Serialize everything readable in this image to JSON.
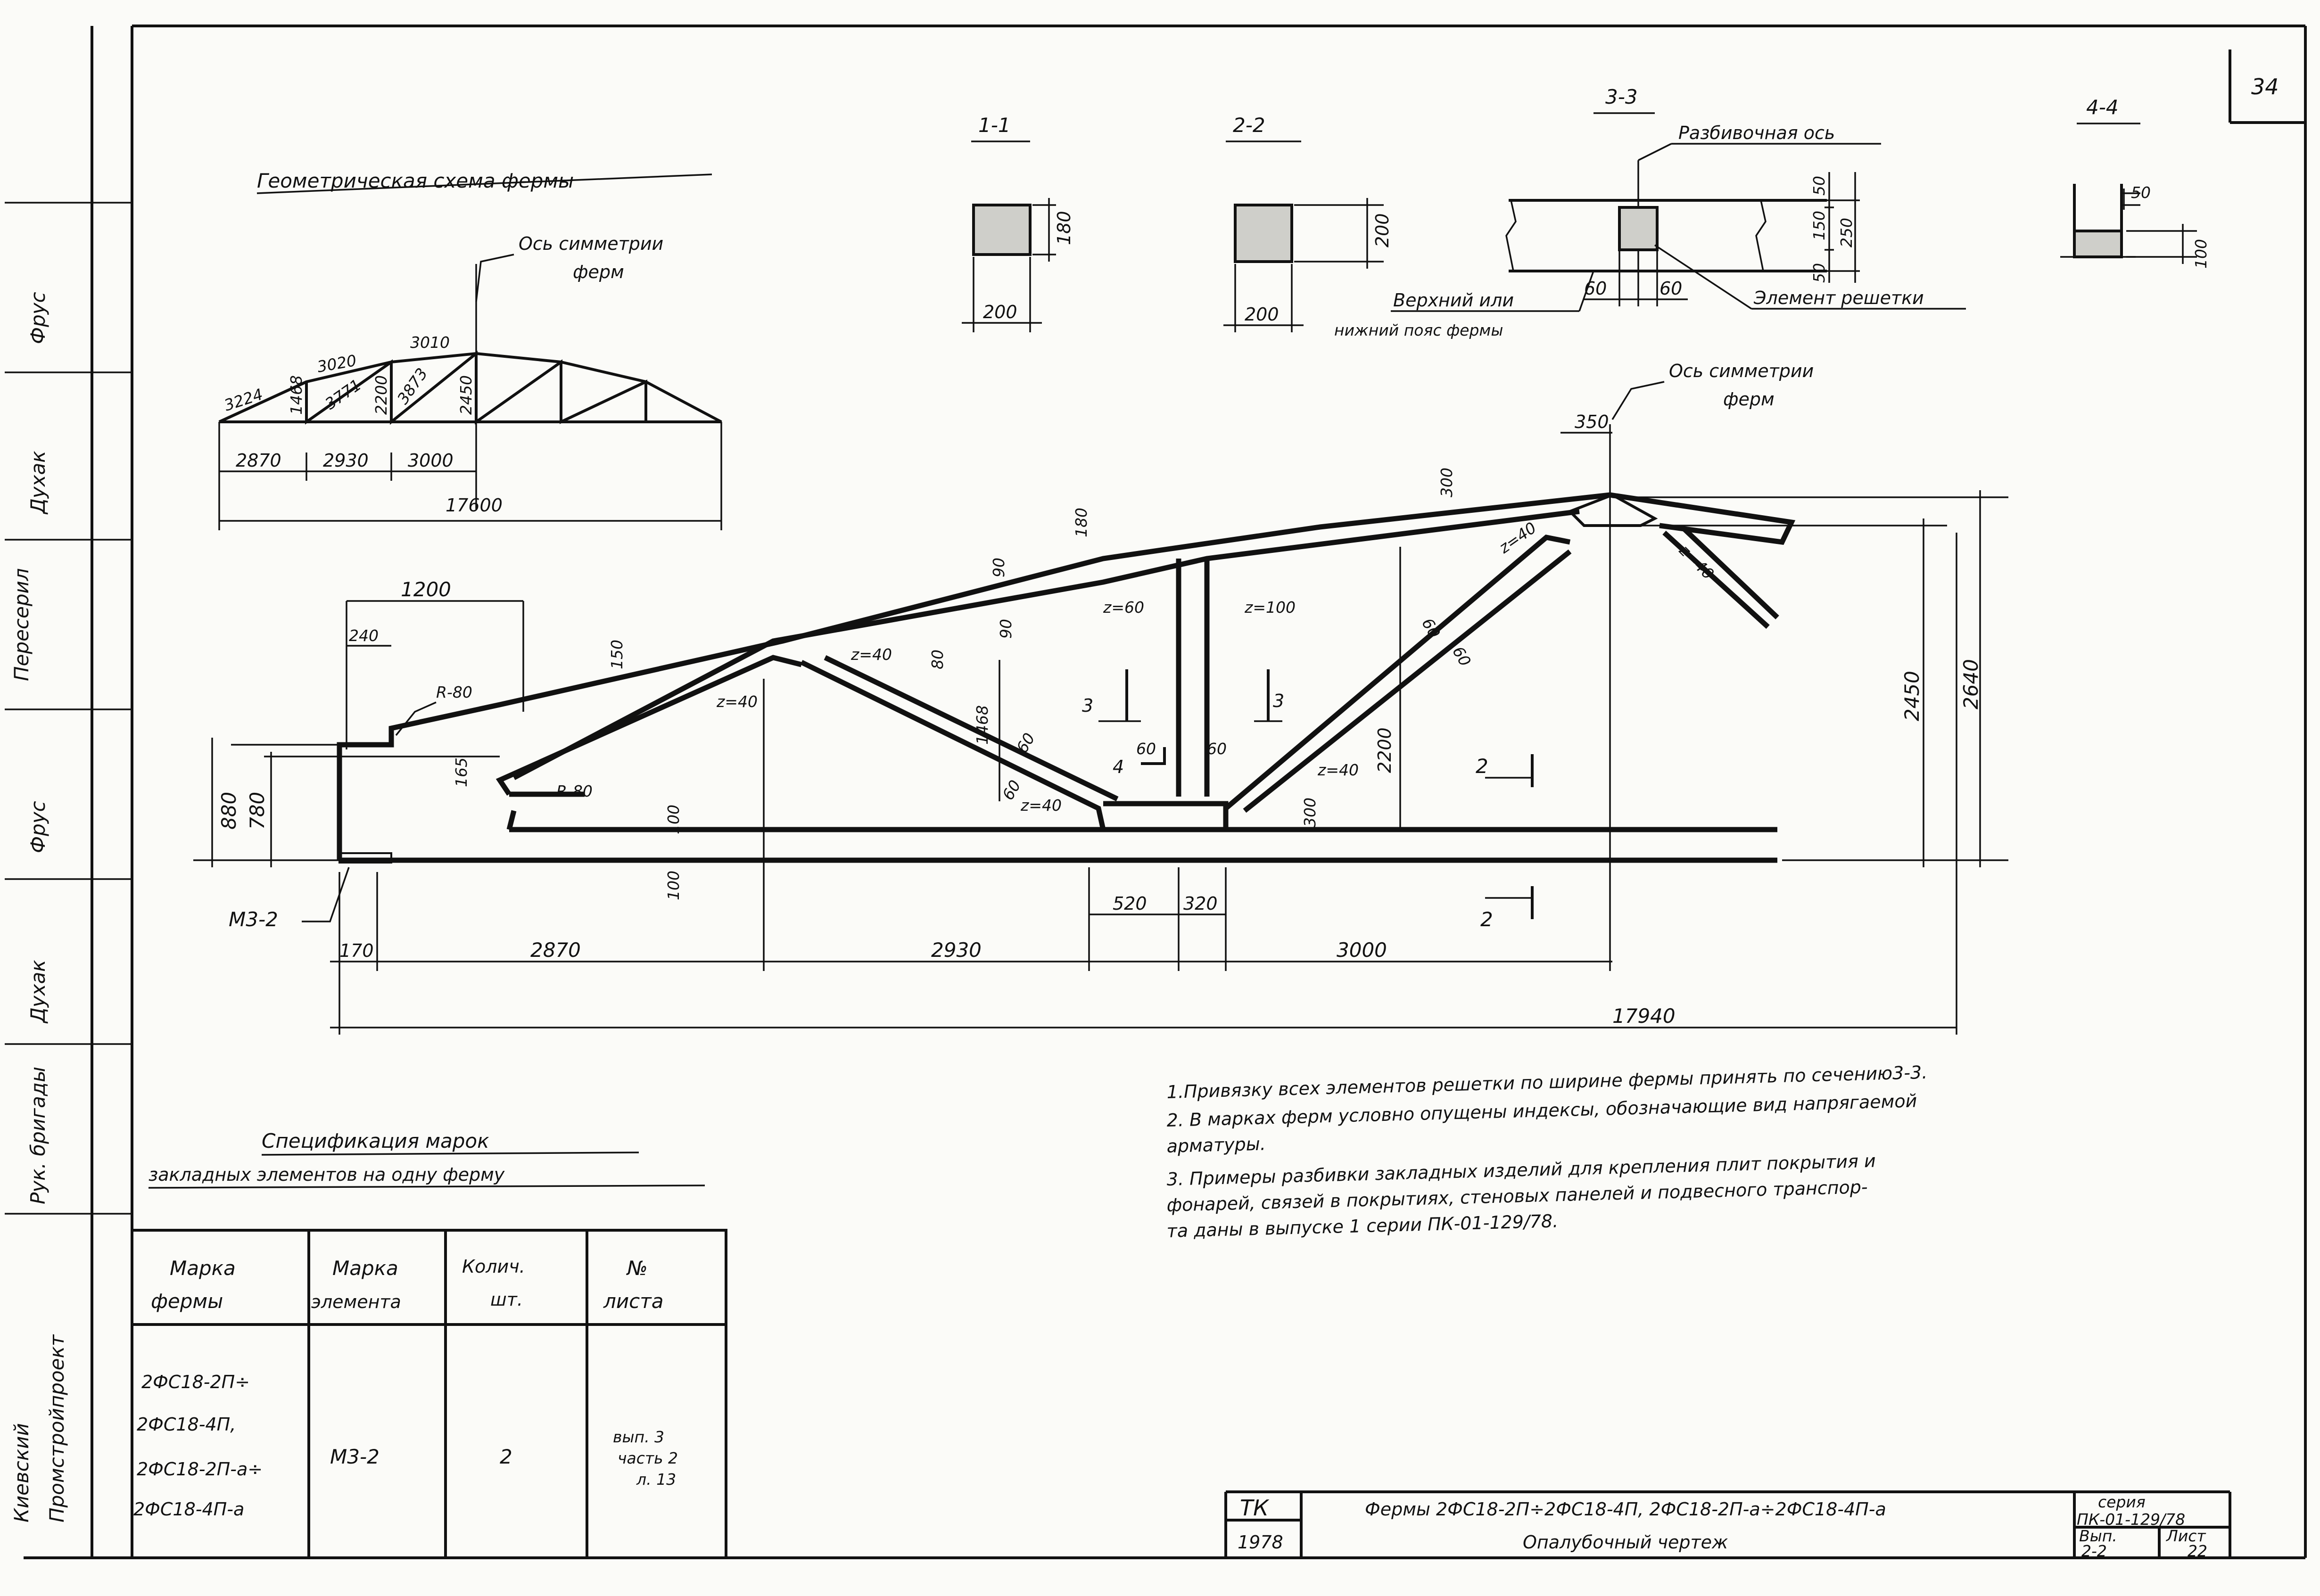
{
  "sheet_number": "34",
  "margin": {
    "labels": [
      "Фрус",
      "Духак",
      "Пересерил",
      "Фрус",
      "Духак",
      "Рук. бригады"
    ],
    "org": [
      "Киевский",
      "Промстройпроект"
    ]
  },
  "geometry_scheme": {
    "title": "Геометрическая схема фермы",
    "axis_label_1": "Ось симметрии",
    "axis_label_2": "ферм",
    "chords": [
      "3224",
      "3020",
      "3010"
    ],
    "diagonals": [
      "3771",
      "3873"
    ],
    "heights": [
      "1468",
      "2200",
      "2450"
    ],
    "spans": [
      "2870",
      "2930",
      "3000"
    ],
    "total": "17600"
  },
  "sections": {
    "s11": {
      "title": "1-1",
      "width": "200",
      "height": "180"
    },
    "s22": {
      "title": "2-2",
      "width": "200",
      "height": "200"
    },
    "s33": {
      "title": "3-3",
      "axis": "Разбивочная ось",
      "d50a": "50",
      "d150": "150",
      "d50b": "50",
      "d250": "250",
      "left": "60",
      "right": "60",
      "chord_label_1": "Верхний или",
      "chord_label_2": "нижний пояс фермы",
      "web_label": "Элемент решетки"
    },
    "s44": {
      "title": "4-4",
      "d50": "50",
      "d100": "100"
    }
  },
  "elevation": {
    "axis_label_1": "Ось симметрии",
    "axis_label_2": "ферм",
    "d350": "350",
    "d300": "300",
    "d180": "180",
    "d90a": "90",
    "d90b": "90",
    "d1200": "1200",
    "d240": "240",
    "d150": "150",
    "r80a": "R-80",
    "r80b": "R-80",
    "d165": "165",
    "d880": "880",
    "d780": "780",
    "d100a": "100",
    "d100b": "100",
    "m32": "M3-2",
    "d170": "170",
    "d2870": "2870",
    "d2930": "2930",
    "d3000": "3000",
    "d17940": "17940",
    "d520": "520",
    "d320": "320",
    "d1468": "1468",
    "d2200": "2200",
    "d2450": "2450",
    "d2640": "2640",
    "d60a": "60",
    "d60b": "60",
    "d60c": "60",
    "d60d": "60",
    "d60e": "60",
    "d60f": "60",
    "d300b": "300",
    "d80": "80",
    "z40a": "z=40",
    "z40b": "z=40",
    "z40c": "z=40",
    "z40d": "z=40",
    "z60": "z=60",
    "z100": "z=100",
    "z40e": "z=40",
    "z40f": "z=40",
    "cut3": "3",
    "cut4": "4",
    "cut2": "2"
  },
  "notes": [
    "1.Привязку всех элементов решетки по ширине фермы принять по сечению3-3.",
    "2. В марках ферм условно опущены индексы, обозначающие вид напрягаемой",
    "арматуры.",
    "3. Примеры разбивки закладных изделий для крепления плит покрытия и",
    "фонарей, связей в покрытиях, стеновых панелей и подвесного транспор-",
    "та даны в выпуске 1 серии ПК-01-129/78."
  ],
  "spec": {
    "title": "Спецификация марок",
    "subtitle": "закладных элементов на одну ферму",
    "headers": [
      [
        "Марка",
        "фермы"
      ],
      [
        "Марка",
        "элемента"
      ],
      [
        "Колич.",
        "шт."
      ],
      [
        "№",
        "листа"
      ]
    ],
    "truss_marks": [
      "2ФС18-2П÷",
      "2ФС18-4П,",
      "2ФС18-2П-а÷",
      "2ФС18-4П-а"
    ],
    "element": "M3-2",
    "qty": "2",
    "sheet_ref": [
      "вып. 3",
      "часть 2",
      "л. 13"
    ]
  },
  "title_block": {
    "tk": "ТК",
    "year": "1978",
    "title": "Фермы 2ФС18-2П÷2ФС18-4П, 2ФС18-2П-а÷2ФС18-4П-а",
    "subtitle": "Опалубочный чертеж",
    "series_label": "серия",
    "series": "ПК-01-129/78",
    "issue_label": "Вып.",
    "issue": "2-2",
    "sheet_label": "Лист",
    "sheet": "22"
  }
}
